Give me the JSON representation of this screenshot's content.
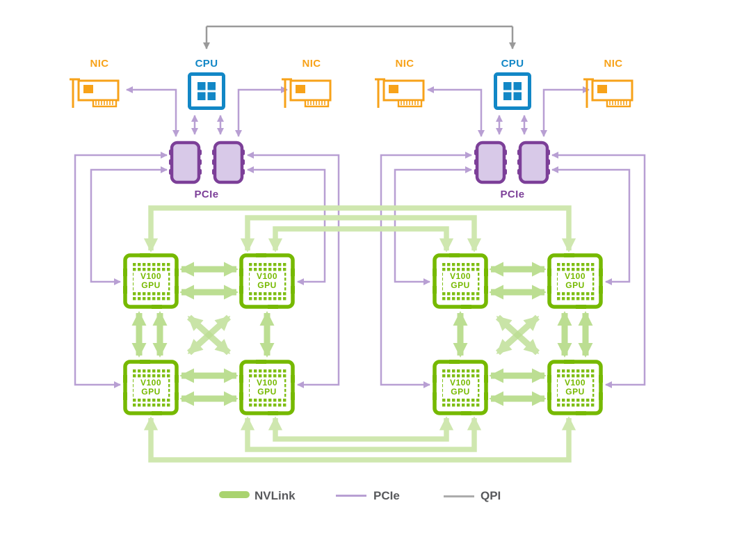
{
  "diagram": {
    "cpus": [
      {
        "label": "CPU"
      },
      {
        "label": "CPU"
      }
    ],
    "nics": [
      {
        "label": "NIC"
      },
      {
        "label": "NIC"
      },
      {
        "label": "NIC"
      },
      {
        "label": "NIC"
      }
    ],
    "pcie_switches": [
      {
        "label": "PCIe"
      },
      {
        "label": "PCIe"
      }
    ],
    "gpus": [
      {
        "line1": "V100",
        "line2": "GPU"
      },
      {
        "line1": "V100",
        "line2": "GPU"
      },
      {
        "line1": "V100",
        "line2": "GPU"
      },
      {
        "line1": "V100",
        "line2": "GPU"
      },
      {
        "line1": "V100",
        "line2": "GPU"
      },
      {
        "line1": "V100",
        "line2": "GPU"
      },
      {
        "line1": "V100",
        "line2": "GPU"
      },
      {
        "line1": "V100",
        "line2": "GPU"
      }
    ]
  },
  "legend": {
    "items": [
      {
        "id": "nvlink",
        "label": "NVLink",
        "color": "#A9D36F"
      },
      {
        "id": "pcie",
        "label": "PCIe",
        "color": "#B89FD3"
      },
      {
        "id": "qpi",
        "label": "QPI",
        "color": "#ACACAC"
      }
    ]
  },
  "colors": {
    "nvidia_green": "#76B900",
    "nvlink_bridge": "#CFE7AF",
    "nvlink_arrow": "#BCDE92",
    "pcie_purple": "#7C3F98",
    "pcie_chip_fill": "#D8C9E8",
    "pcie_line": "#B89FD3",
    "cpu_blue": "#1287C6",
    "nic_orange": "#F7A219",
    "qpi_gray": "#9A9A9A",
    "legend_text": "#58595C"
  }
}
